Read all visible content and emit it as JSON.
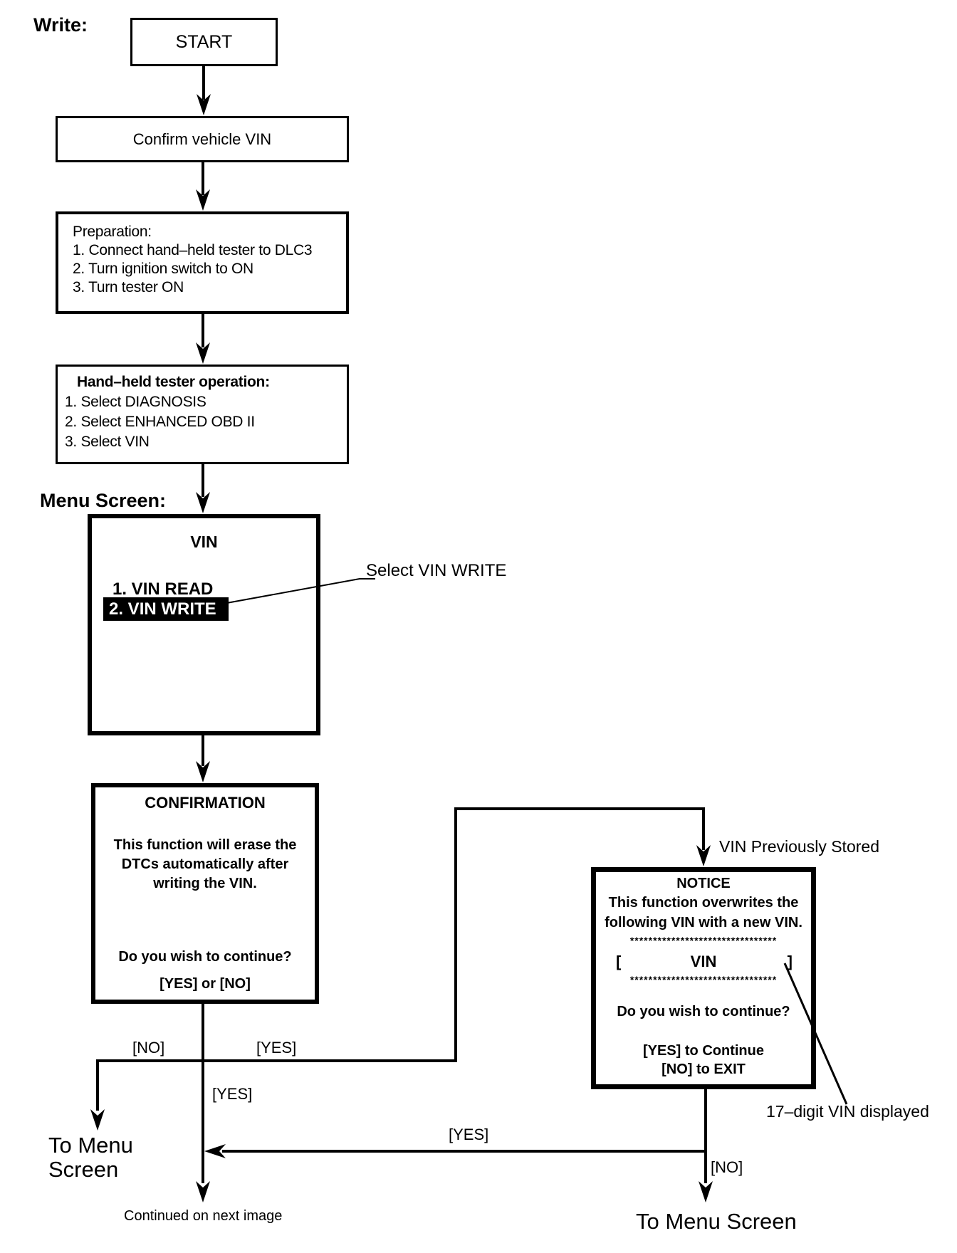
{
  "labels": {
    "write": "Write:",
    "menu_screen": "Menu Screen:"
  },
  "boxes": {
    "start": {
      "text": "START"
    },
    "confirm_vin": {
      "text": "Confirm vehicle VIN"
    },
    "preparation": {
      "title": "Preparation:",
      "steps": [
        "1. Connect hand–held tester to DLC3",
        "2. Turn ignition switch to ON",
        "3. Turn tester ON"
      ]
    },
    "tester_operation": {
      "title": "Hand–held tester operation:",
      "steps": [
        "1. Select DIAGNOSIS",
        "2. Select ENHANCED OBD II",
        "3. Select VIN"
      ]
    },
    "vin_menu": {
      "title": "VIN",
      "items": [
        "1. VIN READ",
        "2. VIN WRITE"
      ],
      "selected_item": "2. VIN WRITE"
    },
    "confirmation": {
      "title": "CONFIRMATION",
      "body_lines": [
        "This function will erase the",
        "DTCs automatically after",
        "writing the VIN."
      ],
      "question": "Do you wish to continue?",
      "options": "[YES] or [NO]"
    },
    "notice": {
      "title": "NOTICE",
      "body_lines": [
        "This function overwrites the",
        "following VIN with a new VIN."
      ],
      "stars": "********************************",
      "vin_field": {
        "open": "[",
        "label": "VIN",
        "close": "]"
      },
      "question": "Do you wish to continue?",
      "yes_action": "[YES] to Continue",
      "no_action": "[NO] to EXIT"
    }
  },
  "annotations": {
    "select_vin_write": "Select VIN WRITE",
    "vin_previously_stored": "VIN Previously Stored",
    "vin_17_digit": "17–digit VIN displayed"
  },
  "branch_labels": {
    "confirmation_no": "[NO]",
    "confirmation_yes": "[YES]",
    "center_yes": "[YES]",
    "notice_yes": "[YES]",
    "notice_no": "[NO]"
  },
  "exits": {
    "to_menu_left_line1": "To Menu",
    "to_menu_left_line2": "Screen",
    "to_menu_right": "To Menu Screen",
    "continued": "Continued on next image"
  }
}
